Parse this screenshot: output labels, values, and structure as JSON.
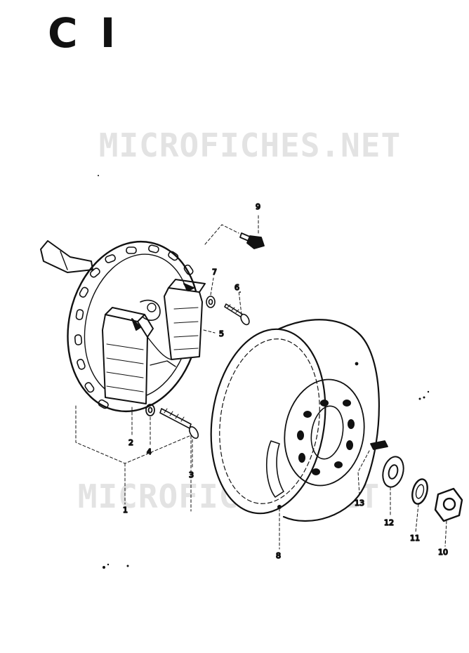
{
  "section_code": "C I",
  "watermark": {
    "top": "MICROFICHES.NET",
    "bottom": "MICROFICHES.NET"
  },
  "callouts": [
    {
      "id": "1",
      "label": "1"
    },
    {
      "id": "2",
      "label": "2"
    },
    {
      "id": "3",
      "label": "3"
    },
    {
      "id": "4",
      "label": "4"
    },
    {
      "id": "5",
      "label": "5"
    },
    {
      "id": "6",
      "label": "6"
    },
    {
      "id": "7",
      "label": "7"
    },
    {
      "id": "8",
      "label": "8"
    },
    {
      "id": "9",
      "label": "9"
    },
    {
      "id": "10",
      "label": "10"
    },
    {
      "id": "11",
      "label": "11"
    },
    {
      "id": "12",
      "label": "12"
    },
    {
      "id": "13",
      "label": "13"
    }
  ],
  "colors": {
    "ink": "#111111",
    "watermark": "#e3e3e3",
    "paper": "#ffffff"
  }
}
